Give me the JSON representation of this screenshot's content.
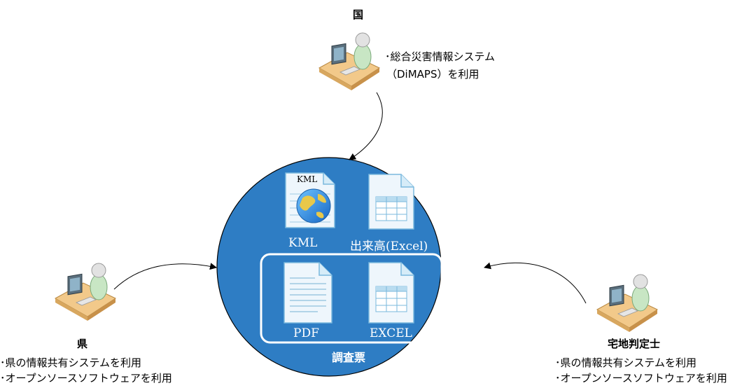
{
  "nodes": {
    "national": {
      "title": "国",
      "note_line1": "･総合災害情報システム",
      "note_line2": "（DiMAPS）を利用"
    },
    "prefecture": {
      "title": "県",
      "note_line1": "･県の情報共有システムを利用",
      "note_line2": "･オープンソースソフトウェアを利用"
    },
    "inspector": {
      "title": "宅地判定士",
      "note_line1": "･県の情報共有システムを利用",
      "note_line2": "･オープンソースソフトウェアを利用"
    }
  },
  "center": {
    "fill_color": "#2e7dc4",
    "files": {
      "kml_label": "KML",
      "kml_icon_text": "KML",
      "dekidaka_label": "出来高(Excel)",
      "pdf_label": "PDF",
      "excel_label": "EXCEL"
    },
    "survey_group_label": "調査票"
  }
}
